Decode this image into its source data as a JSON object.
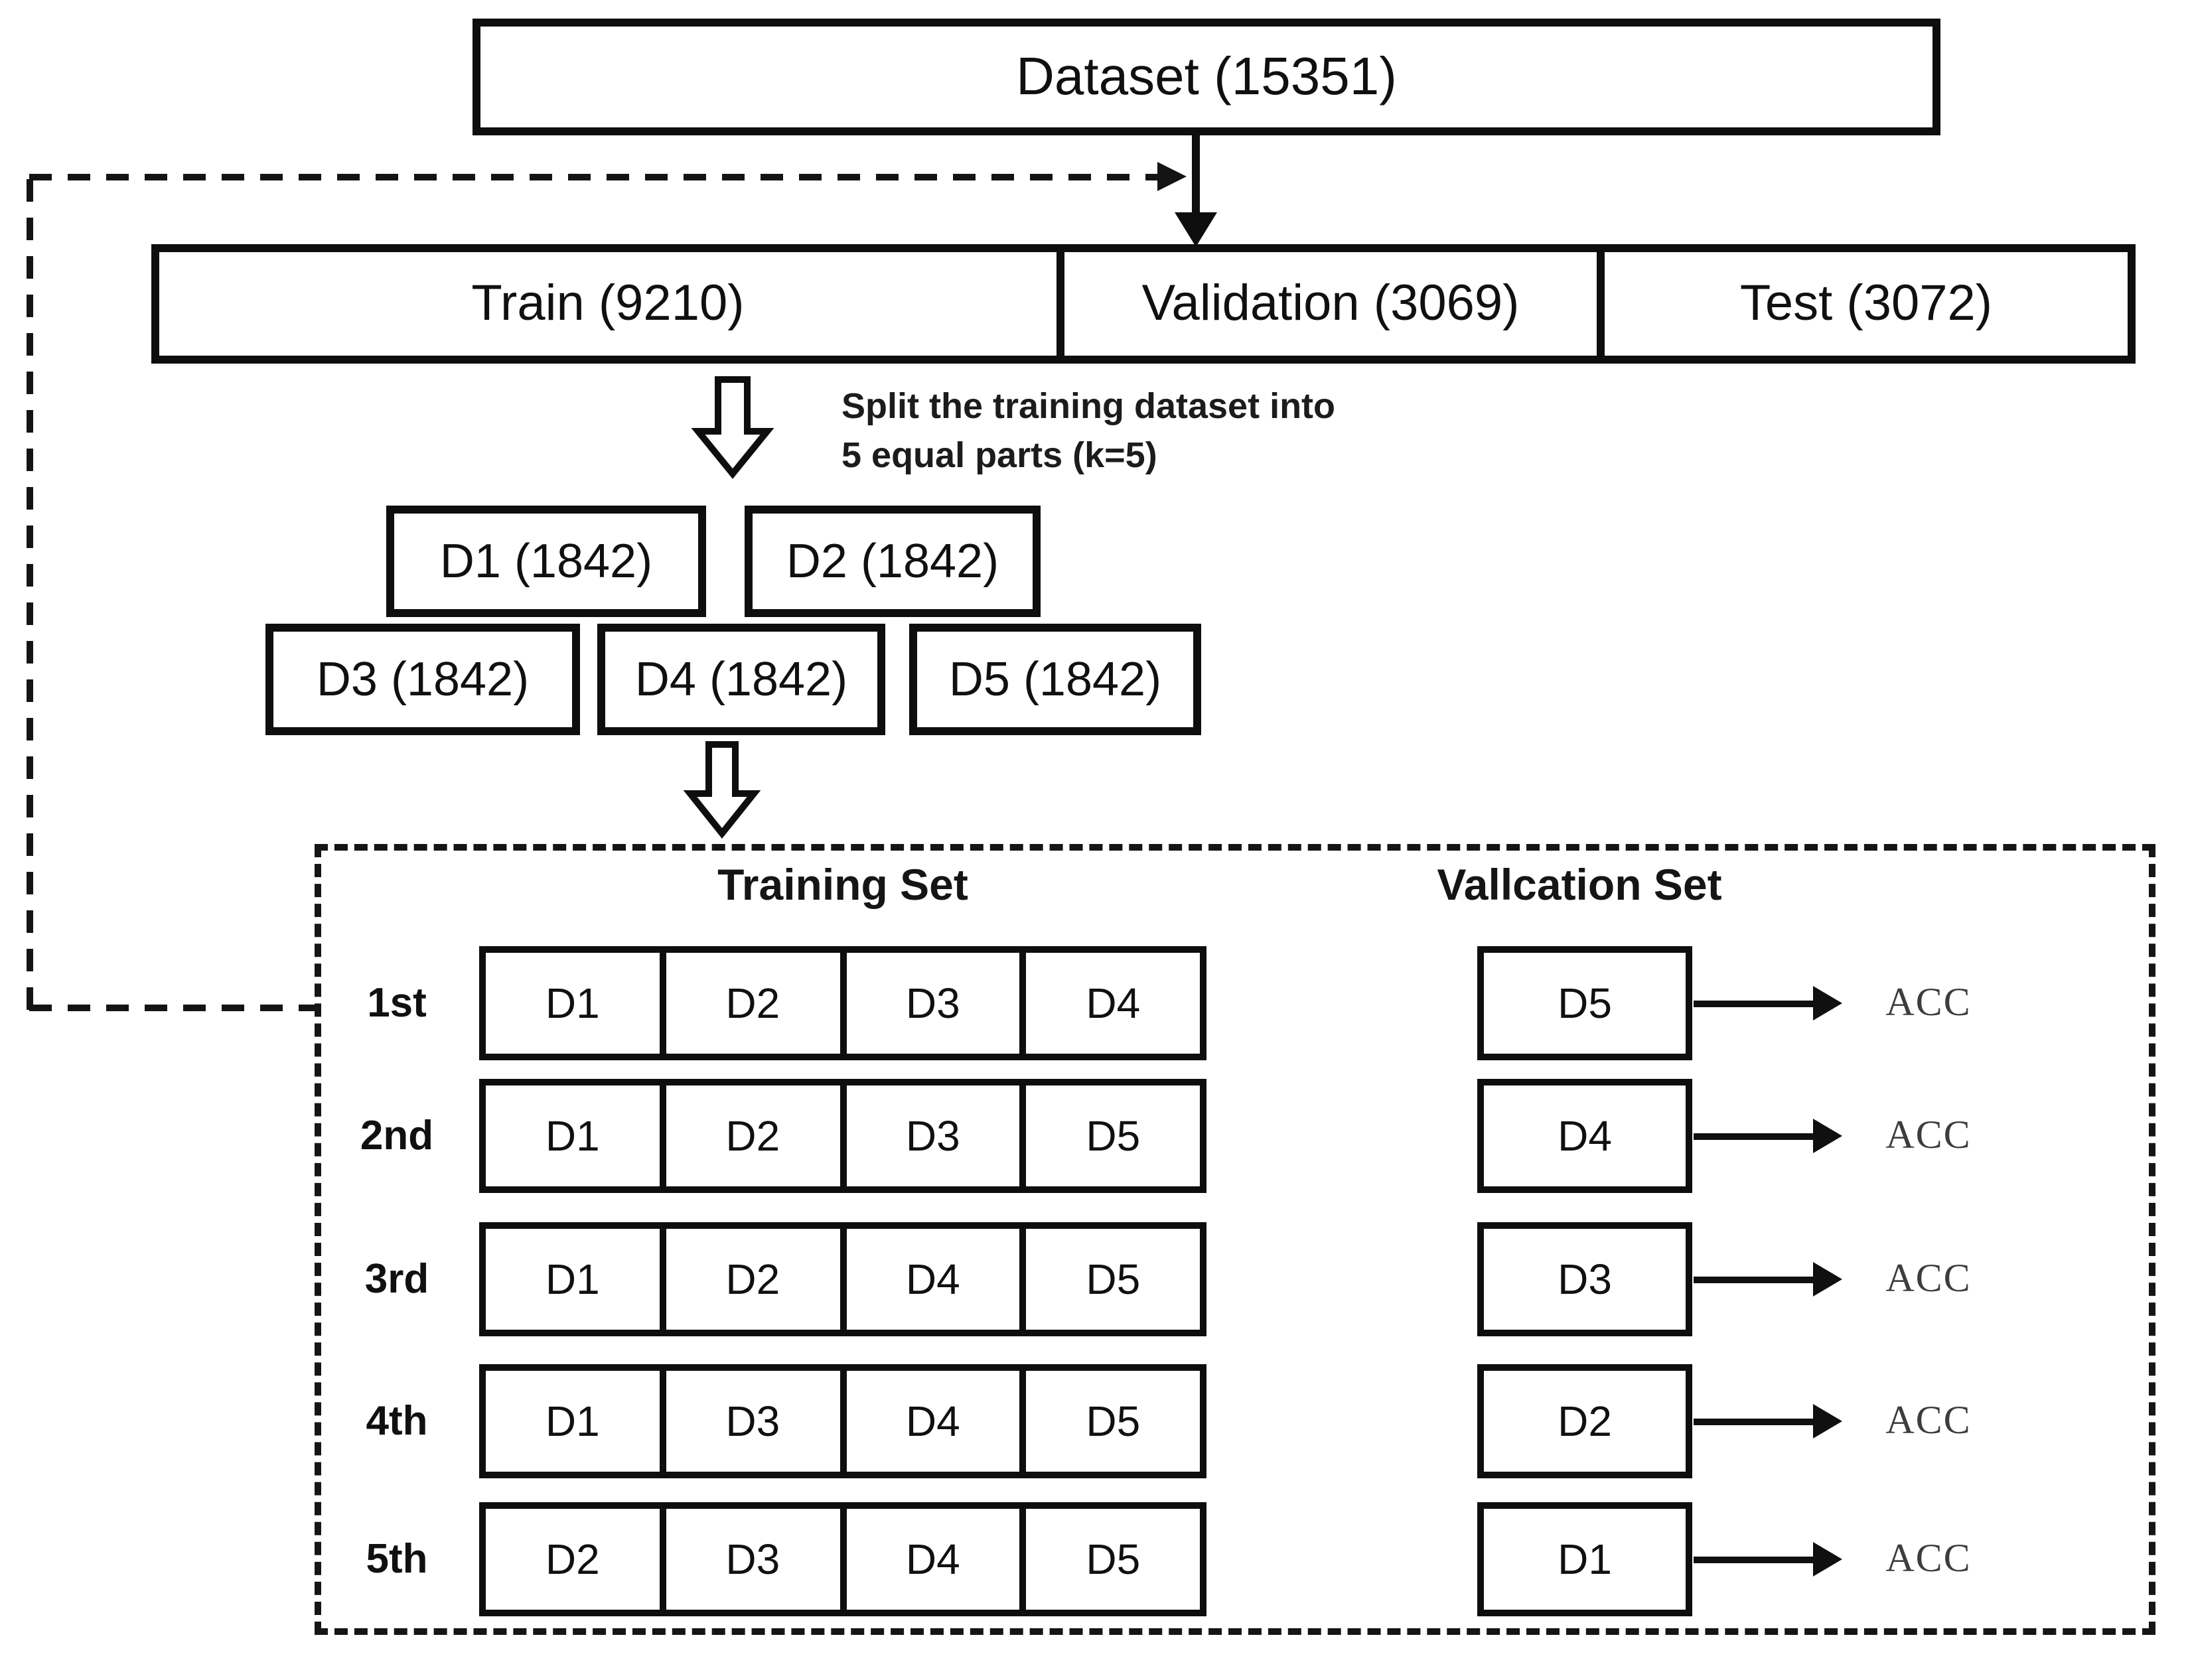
{
  "dataset": {
    "label": "Dataset (15351)"
  },
  "splits": {
    "train": "Train (9210)",
    "validation": "Validation (3069)",
    "test": "Test (3072)"
  },
  "split_note": {
    "line1": "Split the training dataset into",
    "line2": "5 equal parts (k=5)"
  },
  "parts": {
    "d1": "D1 (1842)",
    "d2": "D2 (1842)",
    "d3": "D3 (1842)",
    "d4": "D4 (1842)",
    "d5": "D5 (1842)"
  },
  "cv": {
    "training_header": "Training Set",
    "validation_header": "Vallcation Set",
    "acc_label": "ACC",
    "folds": [
      {
        "label": "1st",
        "train": [
          "D1",
          "D2",
          "D3",
          "D4"
        ],
        "validation": "D5"
      },
      {
        "label": "2nd",
        "train": [
          "D1",
          "D2",
          "D3",
          "D5"
        ],
        "validation": "D4"
      },
      {
        "label": "3rd",
        "train": [
          "D1",
          "D2",
          "D4",
          "D5"
        ],
        "validation": "D3"
      },
      {
        "label": "4th",
        "train": [
          "D1",
          "D3",
          "D4",
          "D5"
        ],
        "validation": "D2"
      },
      {
        "label": "5th",
        "train": [
          "D2",
          "D3",
          "D4",
          "D5"
        ],
        "validation": "D1"
      }
    ]
  },
  "colors": {
    "line": "#111111",
    "acc_text": "#3d3d3d",
    "background": "#ffffff"
  }
}
